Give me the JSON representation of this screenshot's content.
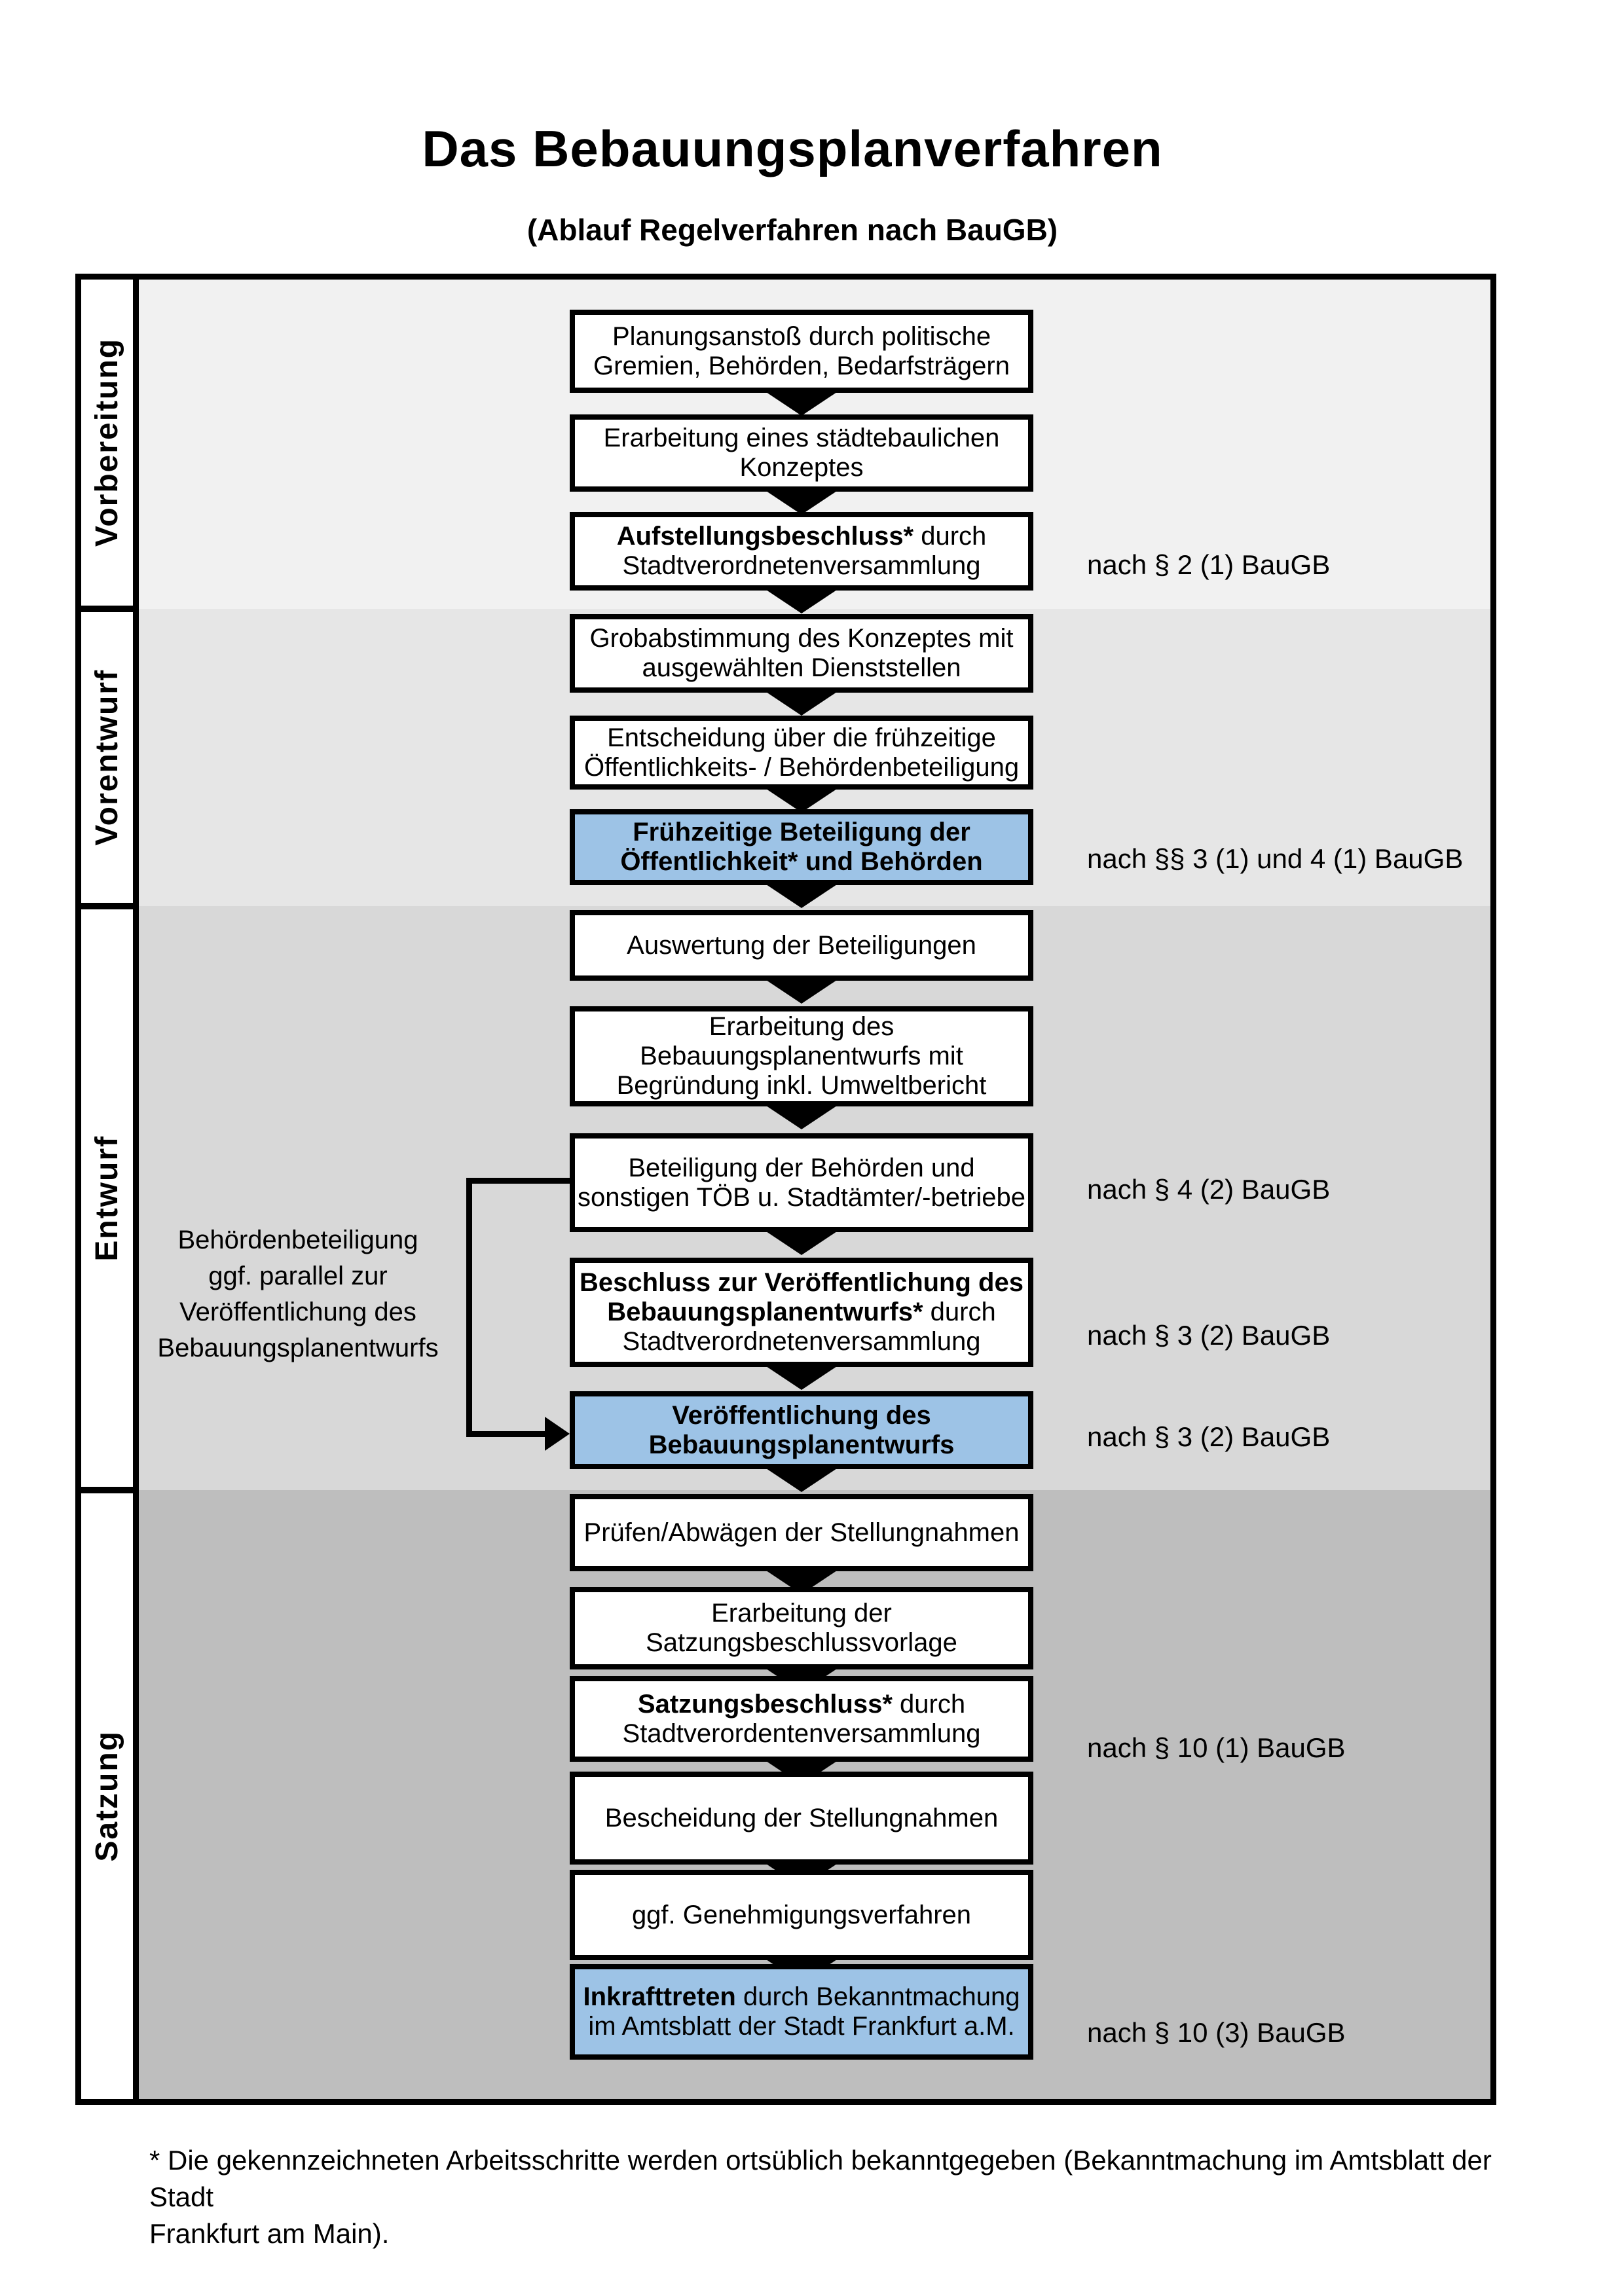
{
  "title": "Das Bebauungsplanverfahren",
  "subtitle": "(Ablauf Regelverfahren nach BauGB)",
  "colors": {
    "highlight_box": "#9dc3e6",
    "box_border": "#000000",
    "section_backgrounds": [
      "#f1f1f1",
      "#e6e6e6",
      "#d8d8d8",
      "#bebebe"
    ]
  },
  "sections": [
    {
      "label": "Vorbereitung"
    },
    {
      "label": "Vorentwurf"
    },
    {
      "label": "Entwurf"
    },
    {
      "label": "Satzung"
    }
  ],
  "flow": {
    "boxes": [
      {
        "lines": [
          [
            [
              "Planungsanstoß durch politische",
              0
            ]
          ],
          [
            [
              "Gremien, Behörden, Bedarfsträgern",
              0
            ]
          ]
        ]
      },
      {
        "lines": [
          [
            [
              "Erarbeitung eines städtebaulichen",
              0
            ]
          ],
          [
            [
              "Konzeptes",
              0
            ]
          ]
        ]
      },
      {
        "lines": [
          [
            [
              "Aufstellungsbeschluss*",
              1
            ],
            [
              " durch",
              0
            ]
          ],
          [
            [
              "Stadtverordnetenversammlung",
              0
            ]
          ]
        ]
      },
      {
        "lines": [
          [
            [
              "Grobabstimmung des Konzeptes mit",
              0
            ]
          ],
          [
            [
              "ausgewählten Dienststellen",
              0
            ]
          ]
        ]
      },
      {
        "lines": [
          [
            [
              "Entscheidung über die frühzeitige",
              0
            ]
          ],
          [
            [
              "Öffentlichkeits- / Behördenbeteiligung",
              0
            ]
          ]
        ]
      },
      {
        "lines": [
          [
            [
              "Frühzeitige Beteiligung der",
              1
            ]
          ],
          [
            [
              "Öffentlichkeit* und Behörden",
              1
            ]
          ]
        ]
      },
      {
        "lines": [
          [
            [
              "Auswertung der Beteiligungen",
              0
            ]
          ]
        ]
      },
      {
        "lines": [
          [
            [
              "Erarbeitung des",
              0
            ]
          ],
          [
            [
              "Bebauungsplanentwurfs mit",
              0
            ]
          ],
          [
            [
              "Begründung inkl. Umweltbericht",
              0
            ]
          ]
        ]
      },
      {
        "lines": [
          [
            [
              "Beteiligung der Behörden und",
              0
            ]
          ],
          [
            [
              "sonstigen TÖB u. Stadtämter/-betriebe",
              0
            ]
          ]
        ]
      },
      {
        "lines": [
          [
            [
              "Beschluss zur Veröffentlichung des",
              1
            ]
          ],
          [
            [
              "Bebauungsplanentwurfs*",
              1
            ],
            [
              " durch",
              0
            ]
          ],
          [
            [
              "Stadtverordnetenversammlung",
              0
            ]
          ]
        ]
      },
      {
        "lines": [
          [
            [
              "Veröffentlichung des",
              1
            ]
          ],
          [
            [
              "Bebauungsplanentwurfs",
              1
            ]
          ]
        ]
      },
      {
        "lines": [
          [
            [
              "Prüfen/Abwägen der Stellungnahmen",
              0
            ]
          ]
        ]
      },
      {
        "lines": [
          [
            [
              "Erarbeitung der",
              0
            ]
          ],
          [
            [
              "Satzungsbeschlussvorlage",
              0
            ]
          ]
        ]
      },
      {
        "lines": [
          [
            [
              "Satzungsbeschluss*",
              1
            ],
            [
              " durch",
              0
            ]
          ],
          [
            [
              "Stadtverordentenversammlung",
              0
            ]
          ]
        ]
      },
      {
        "lines": [
          [
            [
              "Bescheidung der Stellungnahmen",
              0
            ]
          ]
        ]
      },
      {
        "lines": [
          [
            [
              "ggf. Genehmigungsverfahren",
              0
            ]
          ]
        ]
      },
      {
        "lines": [
          [
            [
              "Inkrafttreten",
              1
            ],
            [
              " durch Bekanntmachung",
              0
            ]
          ],
          [
            [
              "im Amtsblatt der Stadt Frankfurt a.M.",
              0
            ]
          ]
        ]
      }
    ]
  },
  "annotations": [
    {
      "text": "nach § 2 (1) BauGB"
    },
    {
      "text": "nach §§ 3 (1) und 4 (1) BauGB"
    },
    {
      "text": "nach § 4 (2) BauGB"
    },
    {
      "text": "nach § 3 (2) BauGB"
    },
    {
      "text": "nach § 3 (2) BauGB"
    },
    {
      "text": "nach § 10 (1) BauGB"
    },
    {
      "text": "nach § 10 (3) BauGB"
    }
  ],
  "side_note": {
    "lines": [
      [
        [
          "Behördenbeteiligung",
          0
        ]
      ],
      [
        [
          "ggf. parallel zur",
          0
        ]
      ],
      [
        [
          "Veröffentlichung des",
          0
        ]
      ],
      [
        [
          "Bebauungsplanentwurfs",
          0
        ]
      ]
    ]
  },
  "footnote": {
    "line1": "* Die gekennzeichneten Arbeitsschritte werden ortsüblich bekanntgegeben (Bekanntmachung im Amtsblatt  der Stadt",
    "line2": "Frankfurt am Main)."
  }
}
